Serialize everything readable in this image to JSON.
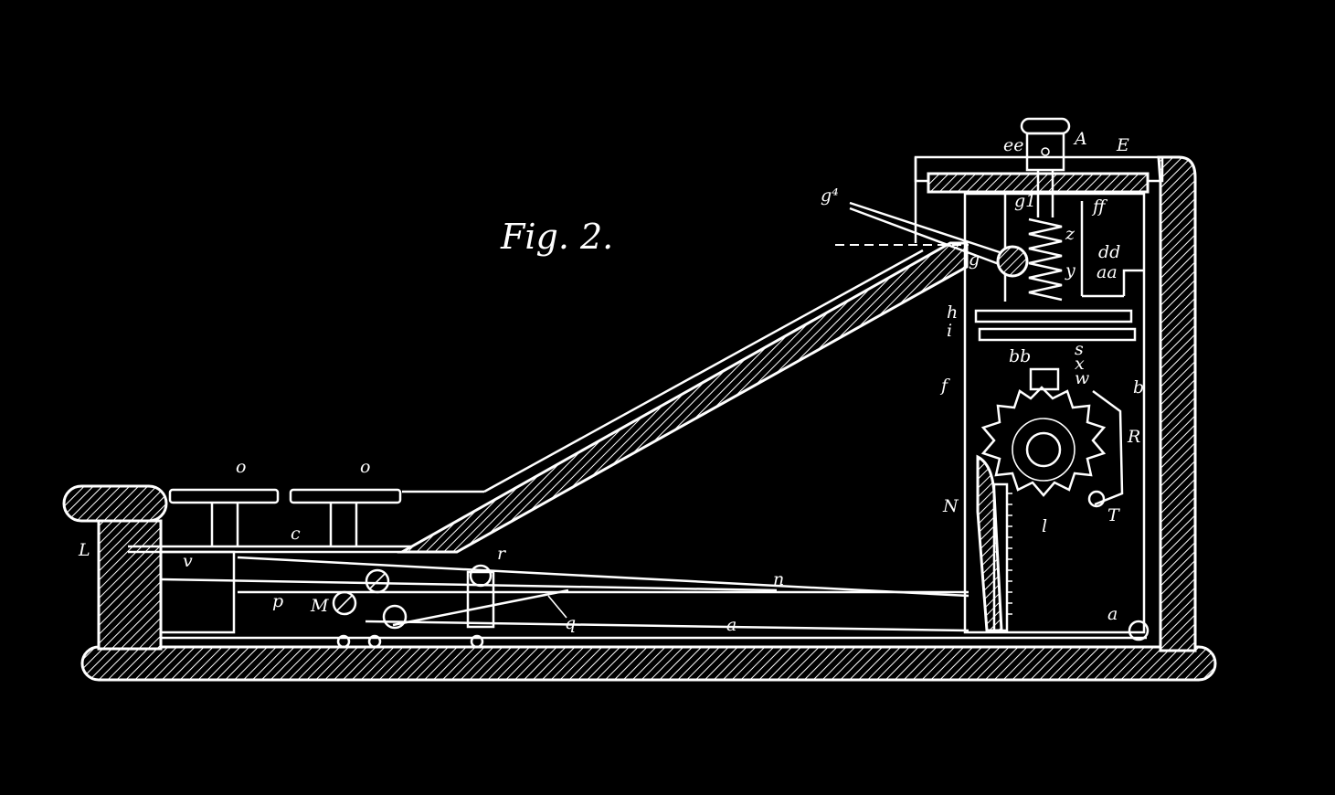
{
  "figure": {
    "title": "Fig. 2.",
    "labels": {
      "A": "A",
      "E": "E",
      "ee": "ee",
      "ff": "ff",
      "g1": "g1",
      "g4": "g⁴",
      "g": "g",
      "z": "z",
      "y": "y",
      "dd": "dd",
      "aa": "aa",
      "h": "h",
      "i": "i",
      "bb": "bb",
      "s": "s",
      "x": "x",
      "w": "w",
      "f": "f",
      "b": "b",
      "R": "R",
      "N": "N",
      "l": "l",
      "T": "T",
      "o_left": "o",
      "o_right": "o",
      "c": "c",
      "L": "L",
      "v": "v",
      "r": "r",
      "n": "n",
      "p": "p",
      "M": "M",
      "q": "q",
      "a_base": "a",
      "a_right": "a"
    }
  }
}
